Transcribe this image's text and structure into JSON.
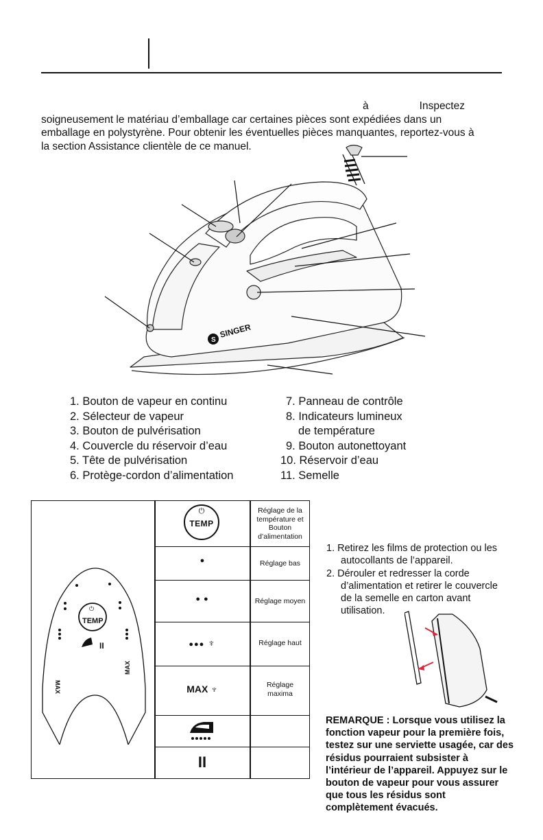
{
  "intro": {
    "line1_a": "à",
    "line1_b": "Inspectez",
    "line2": "soigneusement le matériau d’emballage car certaines pièces sont expédiées dans un",
    "line3": "emballage en polystyrène. Pour obtenir les éventuelles pièces manquantes, reportez-vous à",
    "line4": "la section Assistance clientèle de ce manuel."
  },
  "brand": "SINGER",
  "parts_left": [
    "1. Bouton de vapeur en continu",
    "2. Sélecteur de vapeur",
    "3. Bouton de pulvérisation",
    "4. Couvercle du réservoir d’eau",
    "5. Tête de pulvérisation",
    "6. Protège-cordon d’alimentation"
  ],
  "parts_right": [
    "7. Panneau de contrôle",
    "8. Indicateurs lumineux",
    "de température",
    "9. Bouton autonettoyant",
    "10. Réservoir d’eau",
    "11. Semelle"
  ],
  "panel": {
    "temp_label": "TEMP",
    "max_label": "MAX",
    "power_symbol": "⏻",
    "pause_symbol": "II",
    "dot_symbol": "●"
  },
  "settings": [
    {
      "symbol": "TEMP",
      "desc": "Réglage de la température et Bouton d’alimentation"
    },
    {
      "symbol": "●",
      "desc": "Réglage bas"
    },
    {
      "symbol": "● ●",
      "desc": "Réglage moyen"
    },
    {
      "symbol": "●●●",
      "desc": "Réglage haut"
    },
    {
      "symbol": "MAX",
      "desc": "Réglage maxima"
    },
    {
      "symbol": "self-clean-icon",
      "desc": ""
    },
    {
      "symbol": "II",
      "desc": ""
    }
  ],
  "steps": [
    "1. Retirez les films de protection ou les autocollants de l’appareil.",
    "2. Dérouler et redresser la corde d’alimentation et retirer le couvercle de la semelle en carton avant utilisation."
  ],
  "note": "REMARQUE : Lorsque vous utilisez la fonction vapeur pour la première fois, testez sur une serviette usagée, car des résidus pourraient subsister à l’intérieur de l’appareil. Appuyez sur le bouton de vapeur pour vous assurer que tous les résidus sont complètement évacués.",
  "colors": {
    "ink": "#111111",
    "arrow": "#d9283b"
  }
}
